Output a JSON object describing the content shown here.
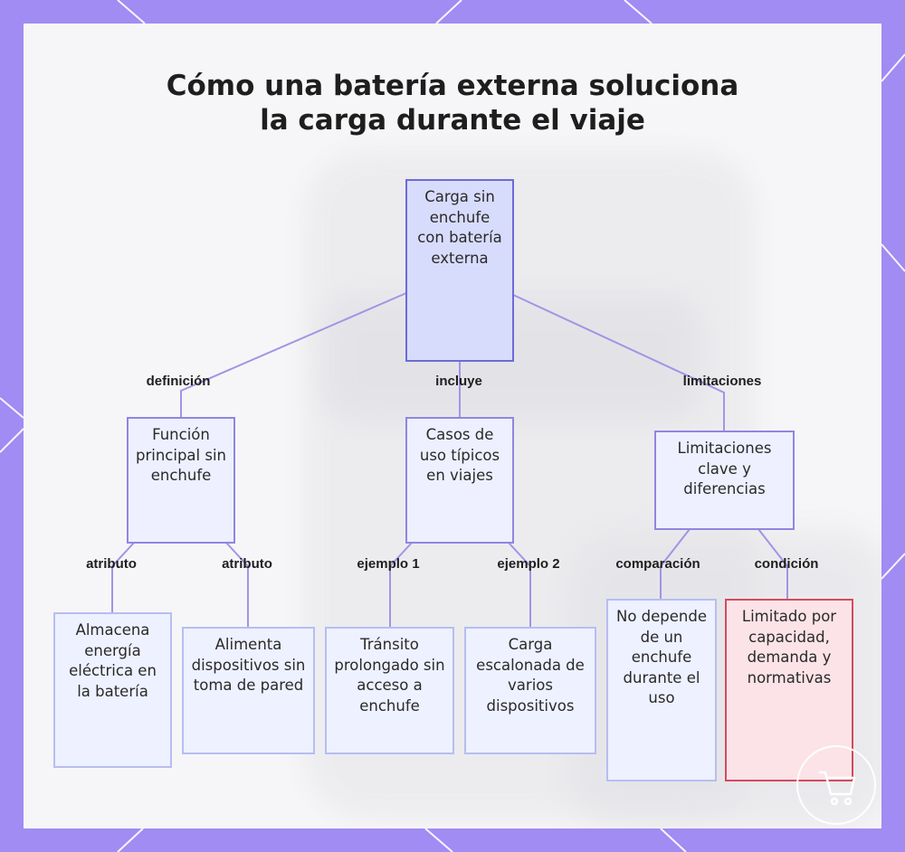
{
  "title": {
    "line1": "Cómo una batería externa soluciona",
    "line2": "la carga durante el viaje"
  },
  "nodes": {
    "root": "Carga sin enchufe con batería externa",
    "funcion": "Función principal sin enchufe",
    "casos": "Casos de uso típicos en viajes",
    "limitaciones": "Limitaciones clave y diferencias",
    "almacena": "Almacena energía eléctrica en la batería",
    "alimenta": "Alimenta dispositivos sin toma de pared",
    "transito": "Tránsito prolongado sin acceso a enchufe",
    "carga_escalonada": "Carga escalonada de varios dispositivos",
    "no_depende": "No depende de un enchufe durante el uso",
    "limitado": "Limitado por capacidad, demanda y normativas"
  },
  "edges": {
    "definicion": "definición",
    "incluye": "incluye",
    "limitaciones": "limitaciones",
    "atributo_1": "atributo",
    "atributo_2": "atributo",
    "ejemplo_1": "ejemplo 1",
    "ejemplo_2": "ejemplo 2",
    "comparacion": "comparación",
    "condicion": "condición"
  },
  "colors": {
    "frame": "#a08cf2",
    "connector": "#a493e6",
    "node_border": "#8f86e0",
    "root_fill": "#d8dcfc",
    "warning_border": "#d24b5e",
    "warning_fill": "#fbe3e8"
  }
}
